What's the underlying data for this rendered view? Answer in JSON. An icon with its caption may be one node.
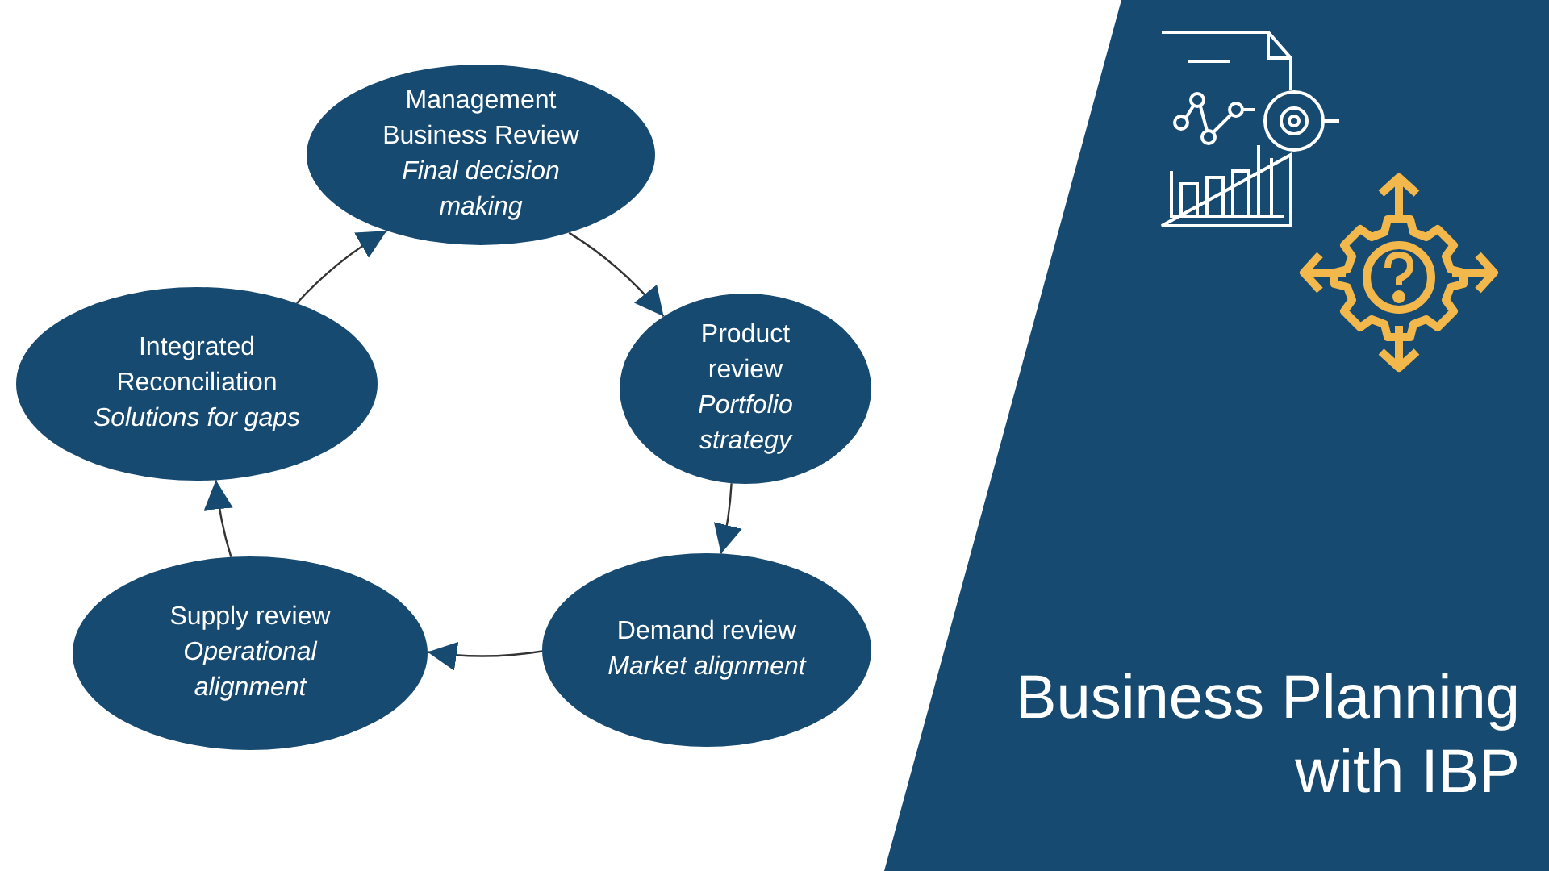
{
  "diagram": {
    "title": "Business Planning with IBP",
    "nodes": [
      {
        "text": [
          "Management Business Review",
          "Final decision making"
        ]
      },
      {
        "text": [
          "Product review",
          "Portfolio strategy"
        ]
      },
      {
        "text": [
          "Demand review",
          "Market alignment"
        ]
      },
      {
        "text": [
          "Supply review",
          "Operational alignment"
        ]
      },
      {
        "text": [
          "Integrated Reconciliation",
          "Solutions for gaps"
        ]
      }
    ],
    "edges": [
      {
        "from": 0,
        "to": 1,
        "arrow": "to"
      },
      {
        "from": 1,
        "to": 2,
        "arrow": "to"
      },
      {
        "from": 2,
        "to": 3,
        "arrow": "to"
      },
      {
        "from": 3,
        "to": 4,
        "arrow": "to"
      },
      {
        "from": 4,
        "to": 0,
        "arrow": "to"
      }
    ]
  }
}
